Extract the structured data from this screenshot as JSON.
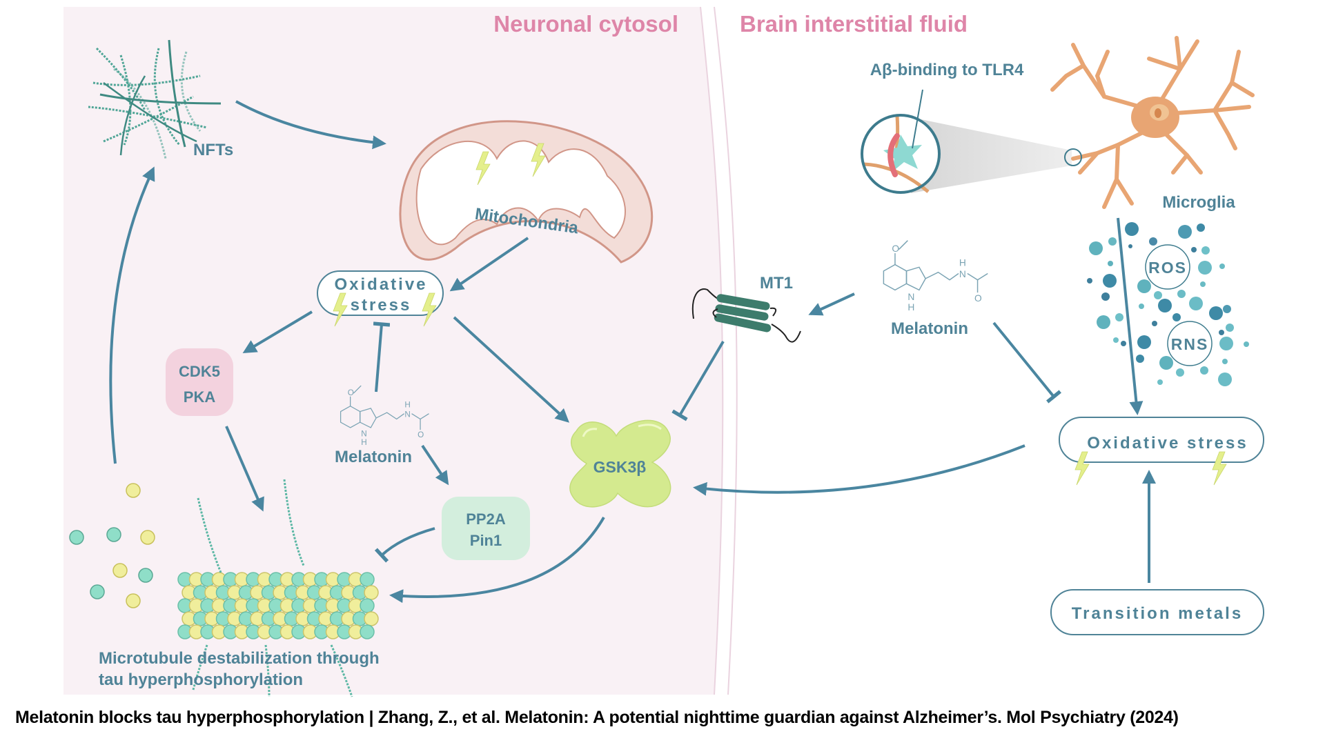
{
  "regions": {
    "cytosol": "Neuronal cytosol",
    "interstitial": "Brain interstitial fluid"
  },
  "nodes": {
    "nfts": "NFTs",
    "mitochondria": "Mitochondria",
    "oxidative_stress_left_line1": "Oxidative",
    "oxidative_stress_left_line2": "stress",
    "cdk5": "CDK5",
    "pka": "PKA",
    "melatonin_left": "Melatonin",
    "pp2a": "PP2A",
    "pin1": "Pin1",
    "gsk3b": "GSK3β",
    "microtubule_line1": "Microtubule destabilization through",
    "microtubule_line2": "tau hyperphosphorylation",
    "mt1": "MT1",
    "melatonin_right": "Melatonin",
    "abeta": "Aβ-binding to TLR4",
    "microglia": "Microglia",
    "ros": "ROS",
    "rns": "RNS",
    "oxidative_stress_right": "Oxidative stress",
    "transition_metals": "Transition metals"
  },
  "molecule_atoms": {
    "o": "O",
    "n": "N",
    "h": "H"
  },
  "edges": [
    {
      "from": "NFTs",
      "to": "Mitochondria",
      "type": "activation"
    },
    {
      "from": "Mitochondria",
      "to": "Oxidative stress (cytosol)",
      "type": "activation"
    },
    {
      "from": "Oxidative stress (cytosol)",
      "to": "CDK5/PKA",
      "type": "activation"
    },
    {
      "from": "Oxidative stress (cytosol)",
      "to": "GSK3β",
      "type": "activation"
    },
    {
      "from": "Melatonin (cytosol)",
      "to": "Oxidative stress (cytosol)",
      "type": "inhibition"
    },
    {
      "from": "Melatonin (cytosol)",
      "to": "PP2A/Pin1",
      "type": "activation"
    },
    {
      "from": "CDK5/PKA",
      "to": "Microtubule",
      "type": "activation"
    },
    {
      "from": "PP2A/Pin1",
      "to": "Microtubule",
      "type": "inhibition"
    },
    {
      "from": "GSK3β",
      "to": "Microtubule",
      "type": "activation"
    },
    {
      "from": "Microtubule",
      "to": "NFTs",
      "type": "activation"
    },
    {
      "from": "Melatonin (interstitial)",
      "to": "MT1",
      "type": "activation"
    },
    {
      "from": "MT1",
      "to": "GSK3β",
      "type": "inhibition"
    },
    {
      "from": "Melatonin (interstitial)",
      "to": "Oxidative stress (interstitial)",
      "type": "inhibition"
    },
    {
      "from": "Microglia",
      "to": "Oxidative stress (interstitial)",
      "type": "activation"
    },
    {
      "from": "Transition metals",
      "to": "Oxidative stress (interstitial)",
      "type": "activation"
    },
    {
      "from": "Oxidative stress (interstitial)",
      "to": "GSK3β",
      "type": "activation"
    }
  ],
  "colors": {
    "text": "#4f8397",
    "arrow": "#4a86a0",
    "region_label": "#de85a8",
    "cytosol_bg": "#f9f1f5",
    "cdk5_box": "#f3d2de",
    "pp2a_box": "#d3eedd",
    "gsk3b": "#d4ea8f",
    "lightning": "#e4ef8c",
    "microglia": "#eaa877",
    "teal_dot": "#8fdec8",
    "yellow_dot": "#f0ee9c"
  },
  "caption": "Melatonin blocks tau hyperphosphorylation | Zhang, Z., et al. Melatonin: A potential nighttime guardian against Alzheimer’s. Mol Psychiatry (2024)"
}
